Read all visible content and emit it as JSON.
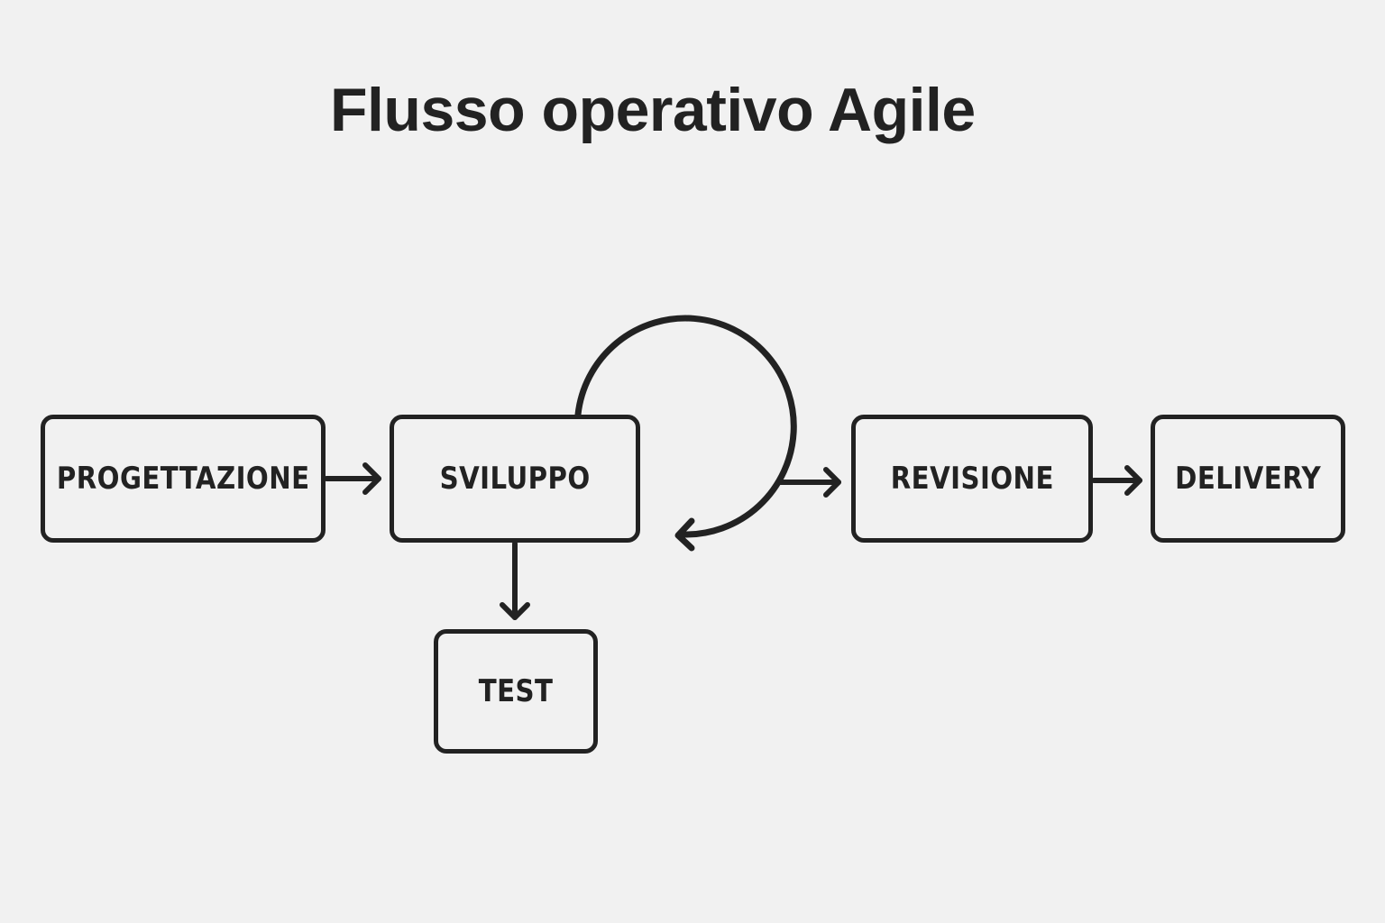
{
  "title": "Flusso operativo Agile",
  "colors": {
    "background": "#f1f1f1",
    "stroke": "#222222",
    "text": "#222222"
  },
  "nodes": [
    {
      "id": "progettazione",
      "label": "PROGETTAZIONE"
    },
    {
      "id": "sviluppo",
      "label": "SVILUPPO"
    },
    {
      "id": "test",
      "label": "TEST"
    },
    {
      "id": "revisione",
      "label": "REVISIONE"
    },
    {
      "id": "delivery",
      "label": "DELIVERY"
    }
  ],
  "edges": [
    {
      "from": "progettazione",
      "to": "sviluppo"
    },
    {
      "from": "sviluppo",
      "to": "test"
    },
    {
      "from": "sviluppo",
      "to": "sviluppo",
      "kind": "loop"
    },
    {
      "from": "sviluppo",
      "to": "revisione"
    },
    {
      "from": "revisione",
      "to": "delivery"
    }
  ]
}
